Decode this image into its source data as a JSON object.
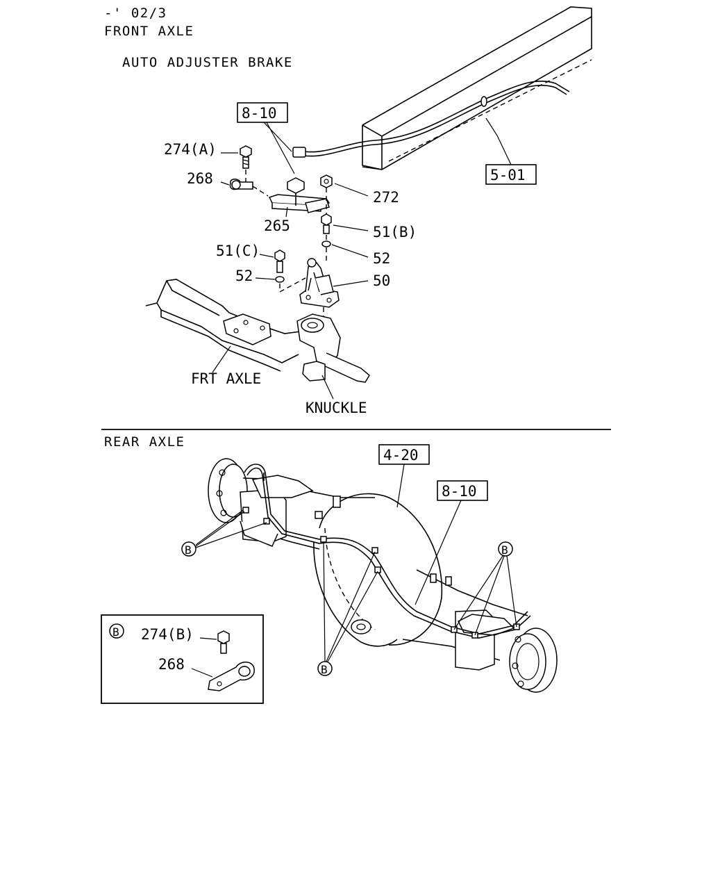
{
  "header": {
    "code": "-' 02/3",
    "section": "FRONT AXLE",
    "subsection": "AUTO ADJUSTER BRAKE"
  },
  "front": {
    "ref_8_10": "8-10",
    "ref_5_01": "5-01",
    "p274a": "274(A)",
    "p268": "268",
    "p272": "272",
    "p265": "265",
    "p51b": "51(B)",
    "p51c": "51(C)",
    "p52_right": "52",
    "p52_left": "52",
    "p50": "50",
    "frt_axle": "FRT AXLE",
    "knuckle": "KNUCKLE"
  },
  "rear": {
    "section": "REAR AXLE",
    "ref_4_20": "4-20",
    "ref_8_10": "8-10",
    "callout_b": "B"
  },
  "inset": {
    "marker": "B",
    "p274b": "274(B)",
    "p268": "268"
  }
}
